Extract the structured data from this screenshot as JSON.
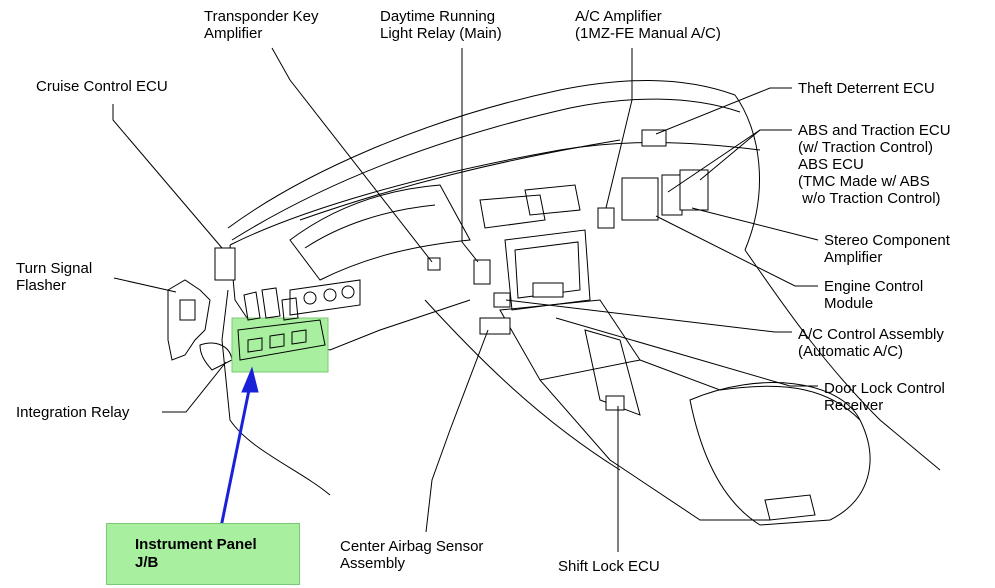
{
  "labels": {
    "transponder_key_amplifier": "Transponder Key\nAmplifier",
    "daytime_running_light_relay": "Daytime Running\nLight Relay (Main)",
    "ac_amplifier": "A/C Amplifier\n(1MZ-FE Manual A/C)",
    "cruise_control_ecu": "Cruise Control ECU",
    "theft_deterrent_ecu": "Theft Deterrent ECU",
    "abs_traction_ecu": "ABS and Traction ECU\n(w/ Traction Control)\nABS ECU\n(TMC Made w/ ABS\n w/o Traction Control)",
    "turn_signal_flasher": "Turn Signal\nFlasher",
    "stereo_component_amplifier": "Stereo Component\nAmplifier",
    "engine_control_module": "Engine Control\nModule",
    "ac_control_assembly": "A/C Control Assembly\n(Automatic A/C)",
    "integration_relay": "Integration Relay",
    "door_lock_control_receiver": "Door Lock Control\nReceiver",
    "center_airbag_sensor_assembly": "Center Airbag Sensor\nAssembly",
    "shift_lock_ecu": "Shift Lock ECU",
    "instrument_panel_jb": "Instrument Panel\nJ/B"
  },
  "colors": {
    "highlight_fill": "#a8f0a0",
    "highlight_border": "#7bc874",
    "arrow": "#1a22d8",
    "line": "#000000"
  }
}
